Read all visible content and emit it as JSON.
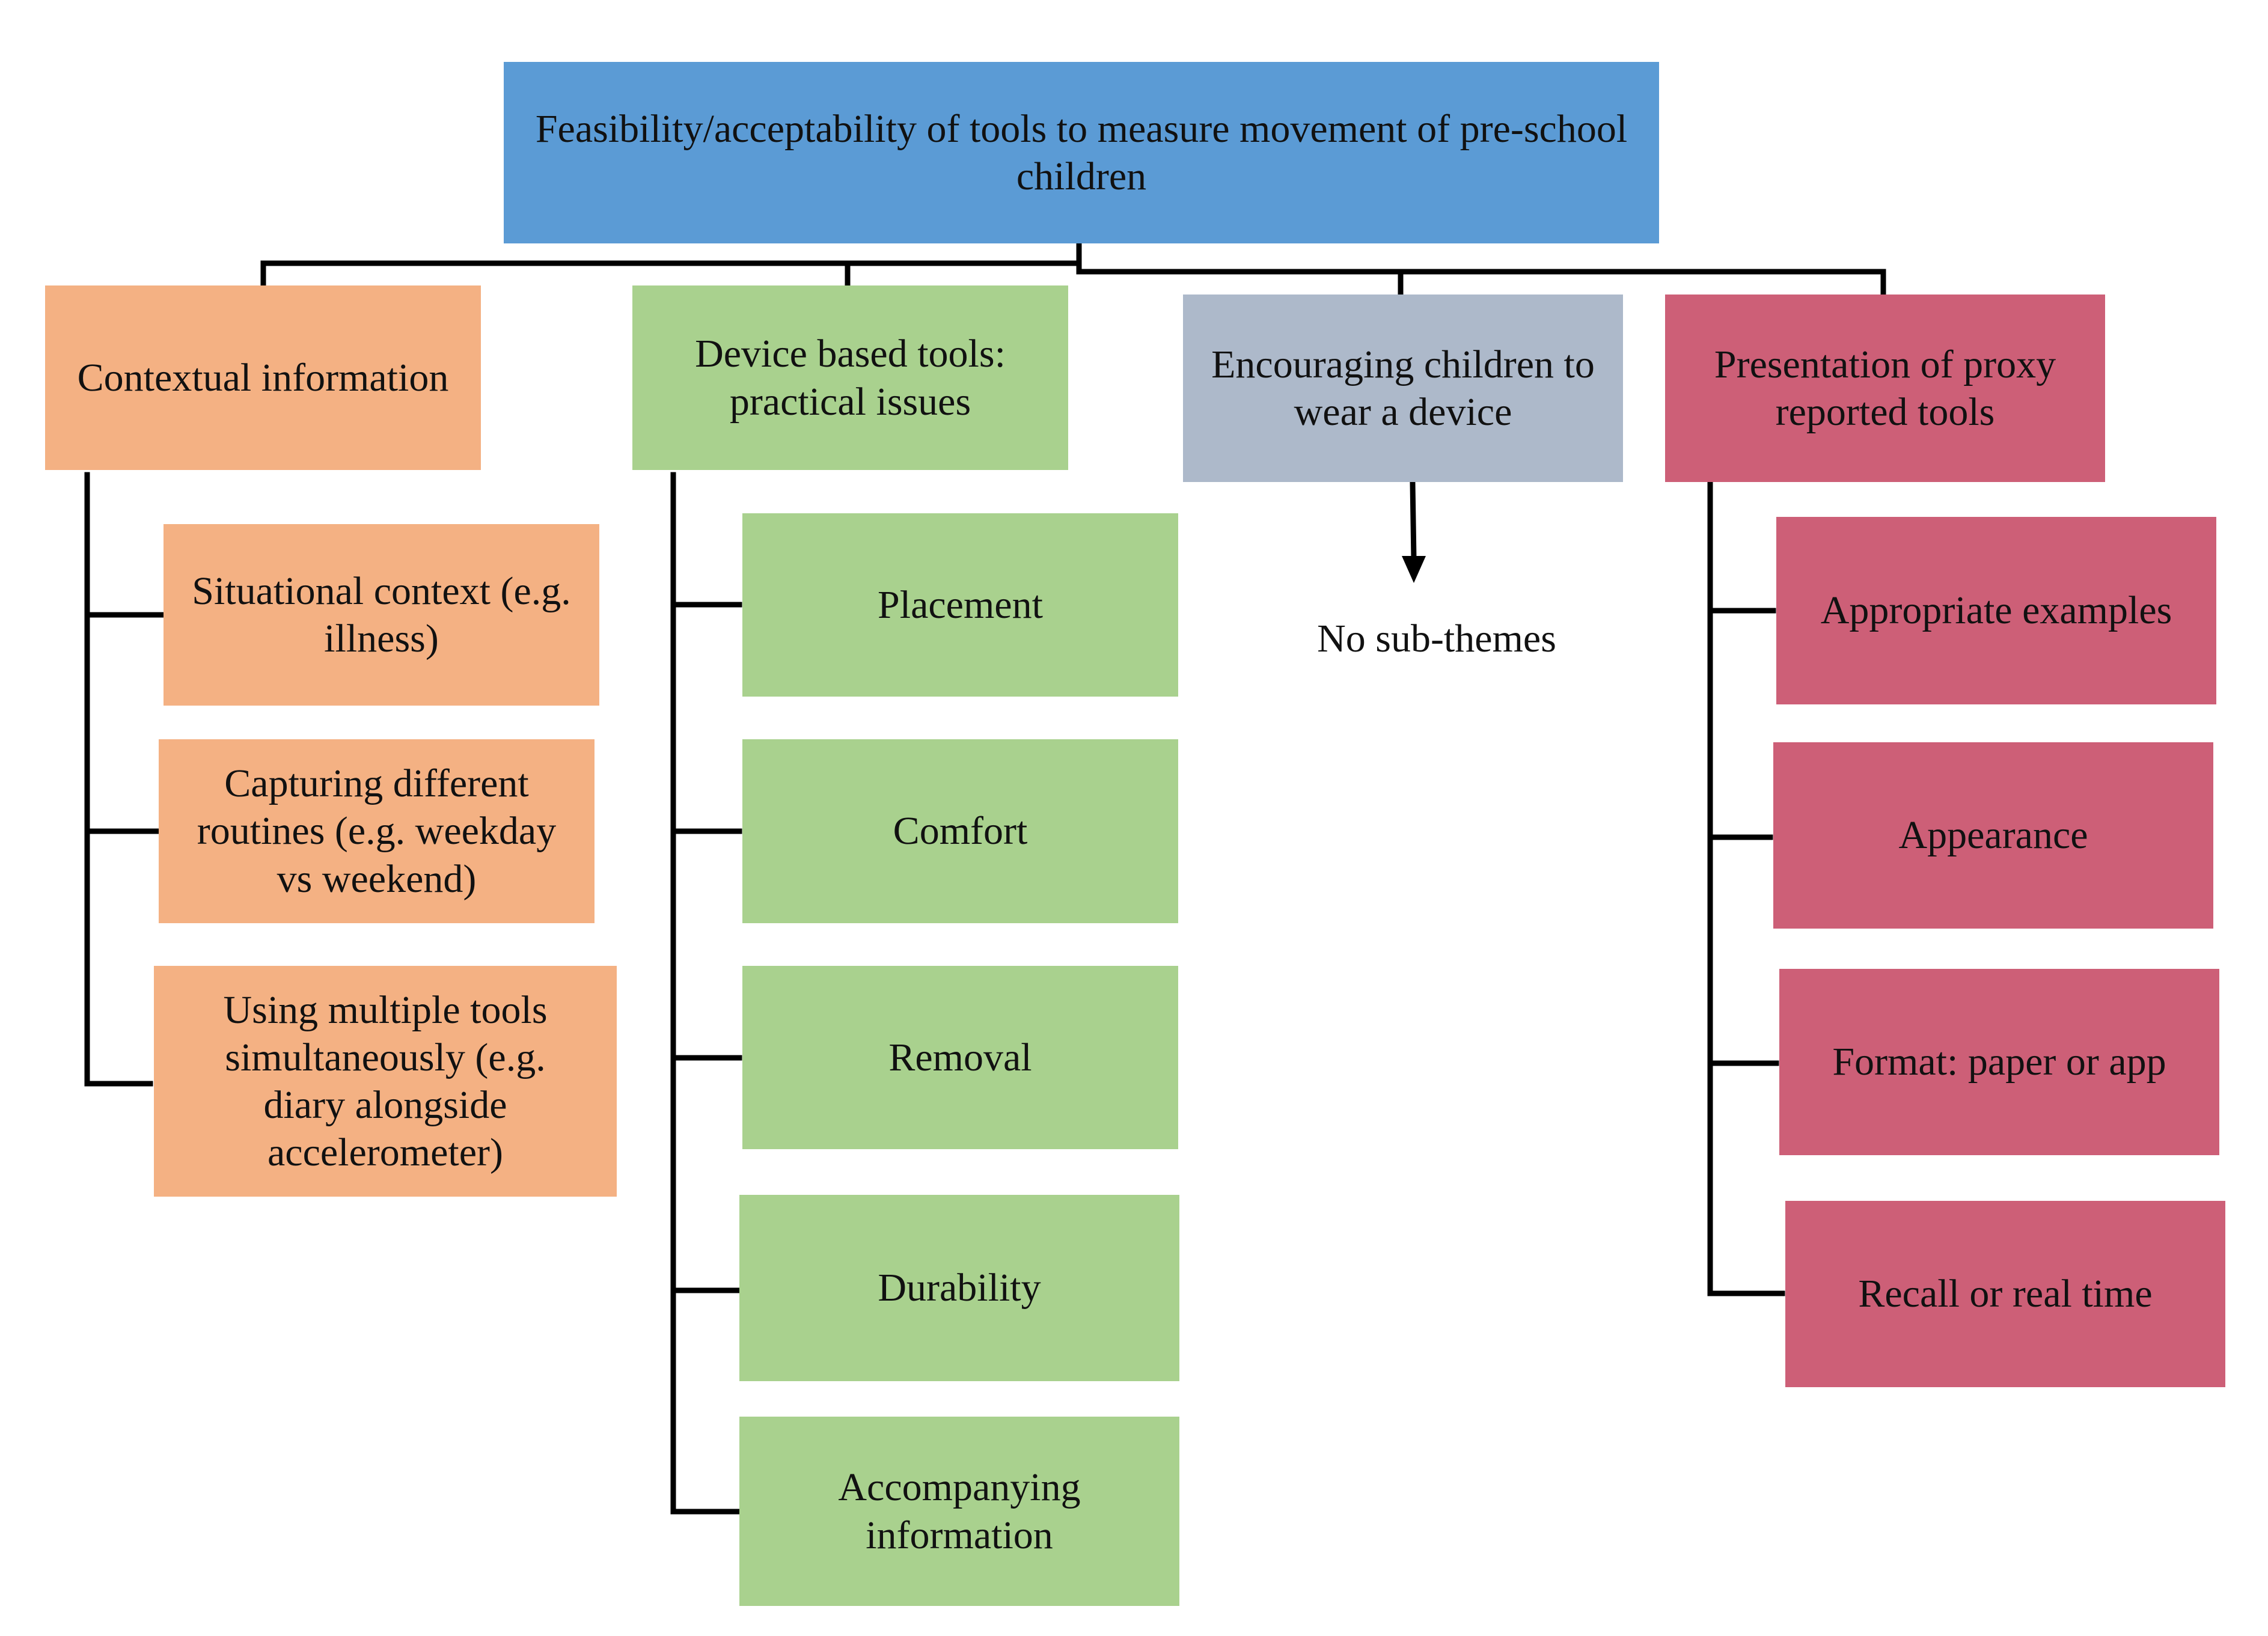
{
  "colors": {
    "root": "#5b9bd5",
    "contextual": "#f4b183",
    "device": "#a9d18e",
    "encouraging": "#adb9ca",
    "presentation": "#cd5f77",
    "line": "#000000"
  },
  "root": {
    "label": "Feasibility/acceptability of tools to measure movement of pre-school children"
  },
  "themes": {
    "contextual": {
      "label": "Contextual information",
      "subthemes": [
        "Situational context (e.g. illness)",
        "Capturing different routines (e.g. weekday vs weekend)",
        "Using multiple tools simultaneously (e.g. diary alongside accelerometer)"
      ]
    },
    "device": {
      "label": "Device based tools: practical issues",
      "subthemes": [
        "Placement",
        "Comfort",
        "Removal",
        "Durability",
        "Accompanying information"
      ]
    },
    "encouraging": {
      "label": "Encouraging children to wear a device",
      "note": "No sub-themes"
    },
    "presentation": {
      "label": "Presentation of proxy reported tools",
      "subthemes": [
        "Appropriate examples",
        "Appearance",
        "Format: paper or app",
        "Recall or real time"
      ]
    }
  }
}
